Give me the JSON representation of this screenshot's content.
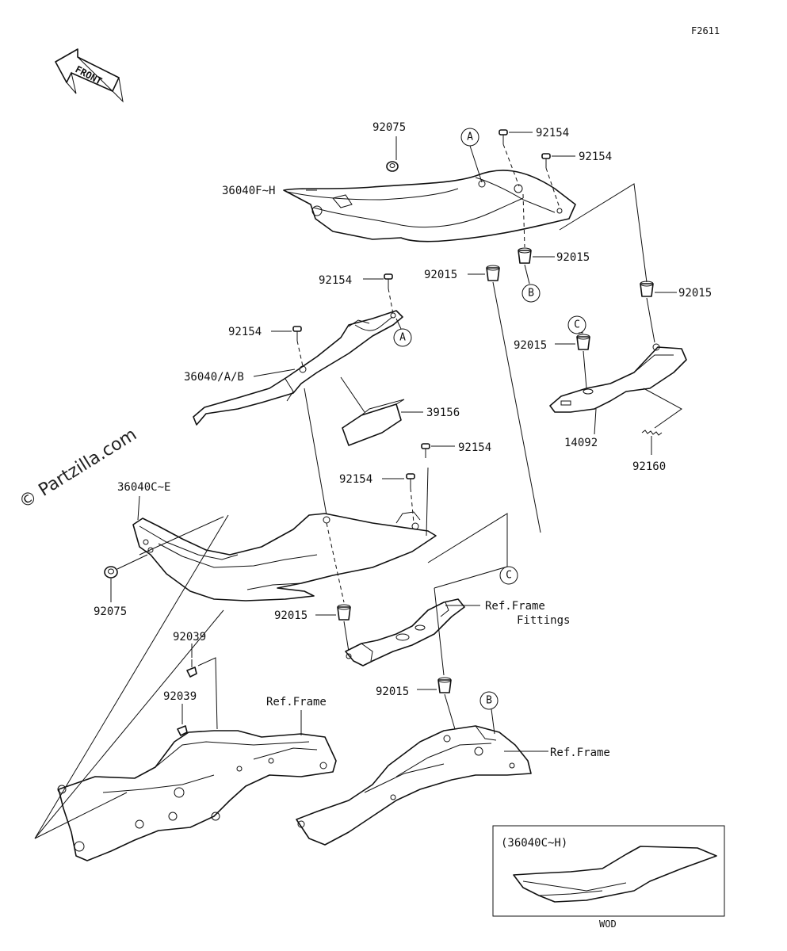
{
  "figure_code": "F2611",
  "front_label": "FRONT",
  "watermark": "© Partzilla.com",
  "parts": {
    "p92075_top": "92075",
    "p36040FH": "36040F~H",
    "p92154_a": "92154",
    "p92154_b": "92154",
    "p92015_a": "92015",
    "p92015_b": "92015",
    "p92015_c": "92015",
    "p92154_c": "92154",
    "p92154_d": "92154",
    "p36040AB": "36040/A/B",
    "p39156": "39156",
    "p92015_d": "92015",
    "p14092": "14092",
    "p92160": "92160",
    "p92154_e": "92154",
    "p92154_f": "92154",
    "p36040CE": "36040C~E",
    "p92075_bottom": "92075",
    "p92015_e": "92015",
    "ref_frame_fittings_1": "Ref.Frame",
    "ref_frame_fittings_2": "Fittings",
    "p92039_a": "92039",
    "p92039_b": "92039",
    "ref_frame_left": "Ref.Frame",
    "p92015_f": "92015",
    "ref_frame_right": "Ref.Frame"
  },
  "callouts": {
    "A1": "A",
    "A2": "A",
    "B1": "B",
    "B2": "B",
    "C1": "C",
    "C2": "C"
  },
  "inset": {
    "title": "(36040C~H)",
    "caption": "WOD"
  }
}
